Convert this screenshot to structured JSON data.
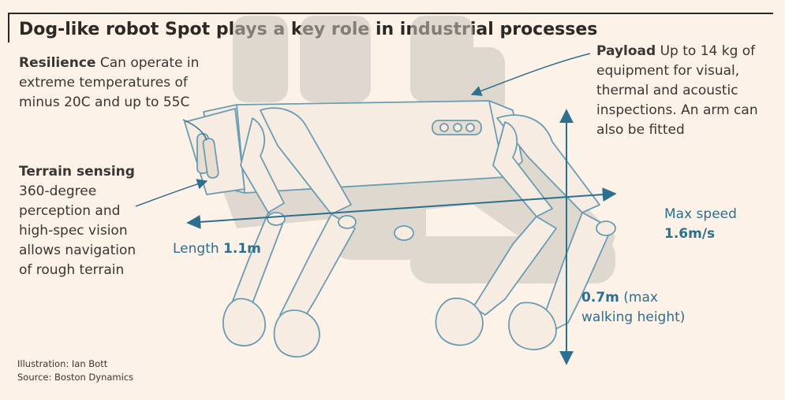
{
  "title": "Dog-like robot Spot plays a key role in industrial processes",
  "callouts": {
    "resilience": {
      "heading": "Resilience",
      "text": "Can operate in extreme temperatures of minus 20C and up to 55C"
    },
    "terrain": {
      "heading": "Terrain sensing",
      "line1": "360-degree",
      "line2": "perception and",
      "line3": "high-spec vision",
      "line4": "allows navigation",
      "line5": "of rough terrain"
    },
    "payload": {
      "heading": "Payload",
      "line1": "Up to 14 kg of",
      "line2": "equipment for visual,",
      "line3": "thermal and acoustic",
      "line4": "inspections. An arm can",
      "line5": "also be fitted"
    },
    "length": {
      "label": "Length",
      "value": "1.1m"
    },
    "speed": {
      "label": "Max speed",
      "value": "1.6m/s"
    },
    "height": {
      "value": "0.7m",
      "label1": "(max",
      "label2": "walking height)"
    }
  },
  "footer": {
    "illustration": "Illustration: Ian Bott",
    "source": "Source: Boston Dynamics"
  },
  "colors": {
    "background": "#fcf2e8",
    "accent": "#2d6f8e",
    "outline": "#6a9cb3",
    "shadow": "#c9c3bc"
  }
}
